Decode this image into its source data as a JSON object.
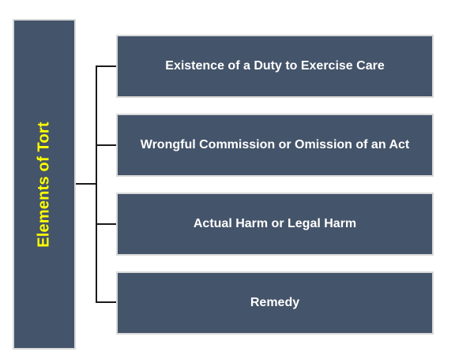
{
  "diagram": {
    "root": {
      "label": "Elements of Tort"
    },
    "children": [
      {
        "label": "Existence of a Duty to Exercise Care"
      },
      {
        "label": "Wrongful Commission or Omission of an Act"
      },
      {
        "label": "Actual Harm or Legal Harm"
      },
      {
        "label": "Remedy"
      }
    ]
  },
  "colors": {
    "box_fill": "#44546a",
    "box_border": "#d9d9d9",
    "root_text": "#ffff00",
    "child_text": "#ffffff",
    "connector": "#1a1a1a"
  }
}
